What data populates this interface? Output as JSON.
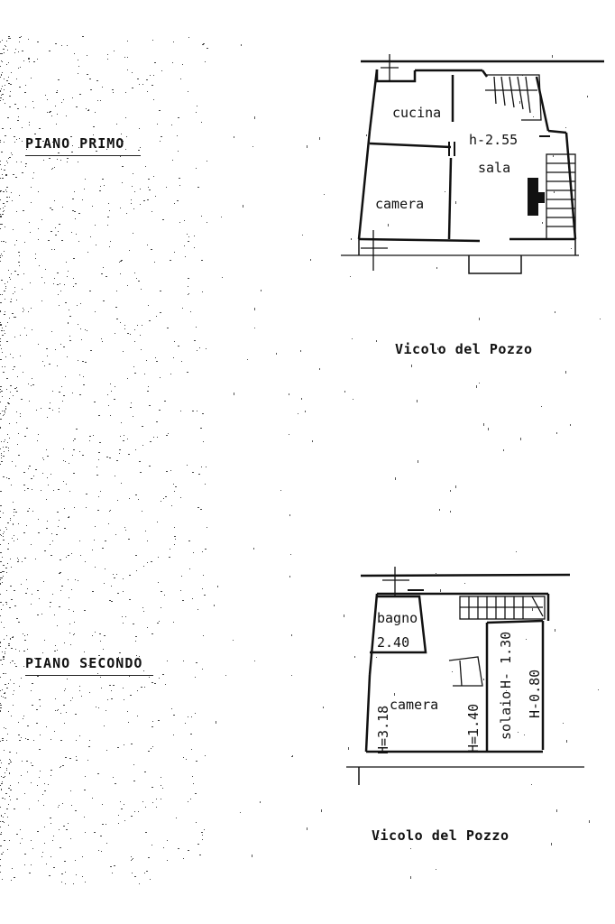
{
  "floor_1": {
    "title": "PIANO PRIMO",
    "rooms": {
      "kitchen": "cucina",
      "living": "sala",
      "bedroom": "camera"
    },
    "height": "h-2.55",
    "street": "Vicolo del Pozzo"
  },
  "floor_2": {
    "title": "PIANO SECONDO",
    "rooms": {
      "bathroom": "bagno",
      "bedroom": "camera",
      "attic": "solaio"
    },
    "heights": {
      "bathroom": "2.40",
      "bedroom_left": "H=3.18",
      "bedroom_right": "H=1.40",
      "attic_1": "H- 1.30",
      "attic_2": "H-0.80"
    },
    "street": "Vicolo del Pozzo"
  }
}
